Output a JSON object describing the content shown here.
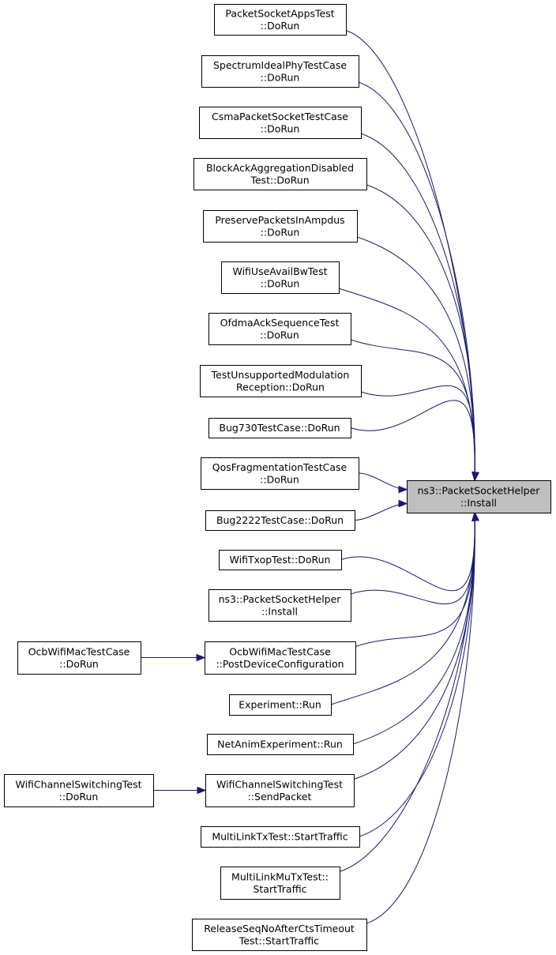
{
  "target": {
    "id": "target",
    "lines": [
      "ns3::PacketSocketHelper",
      "::Install"
    ]
  },
  "callers": [
    {
      "id": "c1",
      "lines": [
        "PacketSocketAppsTest",
        "::DoRun"
      ]
    },
    {
      "id": "c2",
      "lines": [
        "SpectrumIdealPhyTestCase",
        "::DoRun"
      ]
    },
    {
      "id": "c3",
      "lines": [
        "CsmaPacketSocketTestCase",
        "::DoRun"
      ]
    },
    {
      "id": "c4",
      "lines": [
        "BlockAckAggregationDisabled",
        "Test::DoRun"
      ]
    },
    {
      "id": "c5",
      "lines": [
        "PreservePacketsInAmpdus",
        "::DoRun"
      ]
    },
    {
      "id": "c6",
      "lines": [
        "WifiUseAvailBwTest",
        "::DoRun"
      ]
    },
    {
      "id": "c7",
      "lines": [
        "OfdmaAckSequenceTest",
        "::DoRun"
      ]
    },
    {
      "id": "c8",
      "lines": [
        "TestUnsupportedModulation",
        "Reception::DoRun"
      ]
    },
    {
      "id": "c9",
      "lines": [
        "Bug730TestCase::DoRun"
      ]
    },
    {
      "id": "c10",
      "lines": [
        "QosFragmentationTestCase",
        "::DoRun"
      ]
    },
    {
      "id": "c11",
      "lines": [
        "Bug2222TestCase::DoRun"
      ]
    },
    {
      "id": "c12",
      "lines": [
        "WifiTxopTest::DoRun"
      ]
    },
    {
      "id": "c13",
      "lines": [
        "ns3::PacketSocketHelper",
        "::Install"
      ]
    },
    {
      "id": "c14",
      "lines": [
        "OcbWifiMacTestCase",
        "::PostDeviceConfiguration"
      ]
    },
    {
      "id": "c15",
      "lines": [
        "Experiment::Run"
      ]
    },
    {
      "id": "c16",
      "lines": [
        "NetAnimExperiment::Run"
      ]
    },
    {
      "id": "c17",
      "lines": [
        "WifiChannelSwitchingTest",
        "::SendPacket"
      ]
    },
    {
      "id": "c18",
      "lines": [
        "MultiLinkTxTest::StartTraffic"
      ]
    },
    {
      "id": "c19",
      "lines": [
        "MultiLinkMuTxTest::",
        "StartTraffic"
      ]
    },
    {
      "id": "c20",
      "lines": [
        "ReleaseSeqNoAfterCtsTimeout",
        "Test::StartTraffic"
      ]
    }
  ],
  "secondary": [
    {
      "id": "s1",
      "lines": [
        "OcbWifiMacTestCase",
        "::DoRun"
      ],
      "calls": "c14"
    },
    {
      "id": "s2",
      "lines": [
        "WifiChannelSwitchingTest",
        "::DoRun"
      ],
      "calls": "c17"
    }
  ],
  "colors": {
    "edge": "#191970",
    "target_fill": "#bfbfbf",
    "node_fill": "#ffffff",
    "node_border": "#000000"
  }
}
